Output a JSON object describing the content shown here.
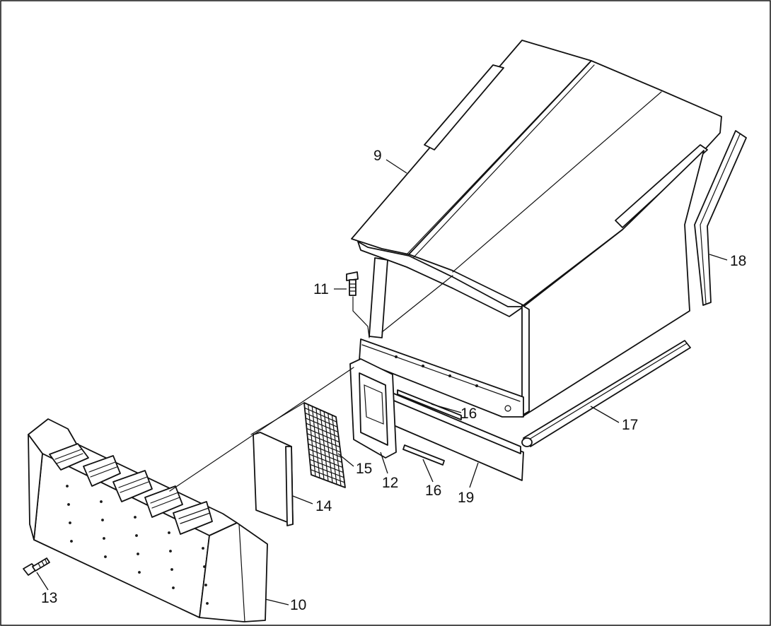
{
  "diagram": {
    "callouts": [
      "9",
      "11",
      "18",
      "16",
      "17",
      "15",
      "12",
      "16",
      "19",
      "14",
      "13",
      "10"
    ]
  }
}
